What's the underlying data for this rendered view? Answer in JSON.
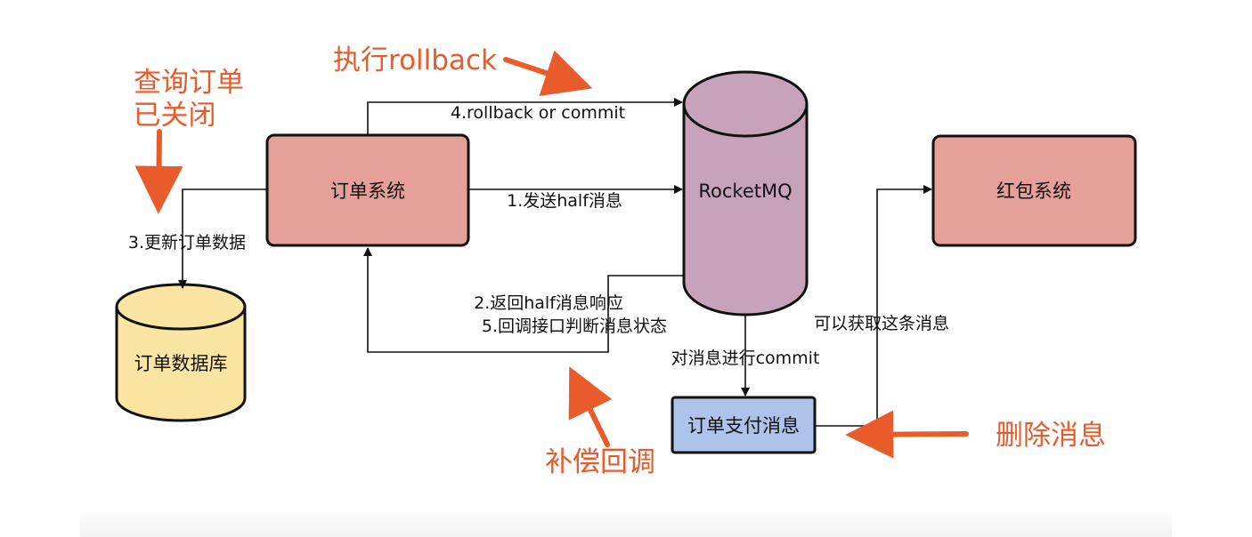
{
  "nodes": {
    "order_system": "订单系统",
    "rocketmq": "RocketMQ",
    "redpacket_system": "红包系统",
    "order_db": "订单数据库",
    "payment_msg": "订单支付消息"
  },
  "edges": {
    "rollback_or_commit": "4.rollback or commit",
    "send_half": "1.发送half消息",
    "update_order_data": "3.更新订单数据",
    "return_half_response": "2.返回half消息响应",
    "callback_check_status": "5.回调接口判断消息状态",
    "commit_message": "对消息进行commit",
    "fetch_message": "可以获取这条消息"
  },
  "annotations": {
    "query_order_line1": "查询订单",
    "query_order_line2": "已关闭",
    "execute_rollback": "执行rollback",
    "compensation_callback": "补偿回调",
    "delete_message": "删除消息"
  },
  "colors": {
    "system_box": "#e6a09a",
    "rocketmq": "#c6a3bb",
    "database": "#fbe5a3",
    "message_box": "#aec3ea",
    "annotation": "#ea5b2b",
    "line": "#111111"
  }
}
